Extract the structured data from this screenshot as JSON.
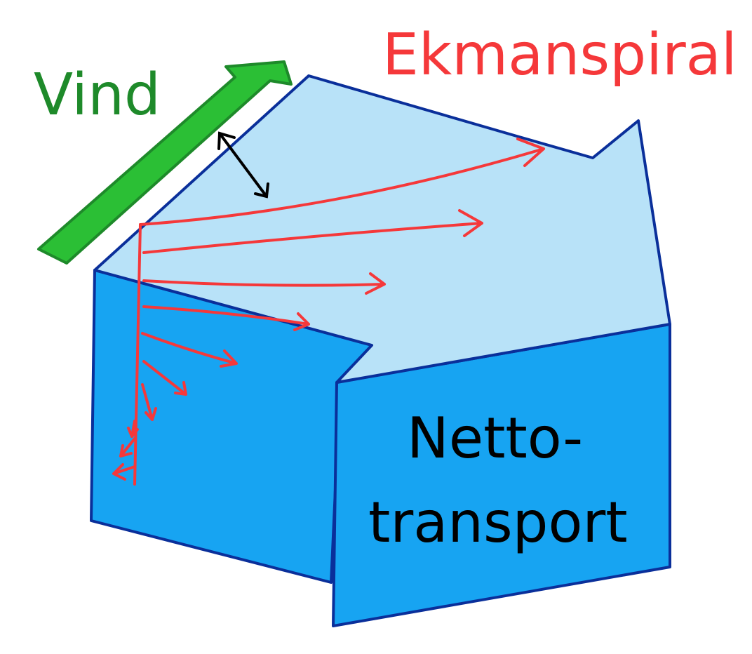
{
  "labels": {
    "wind": "Vind",
    "title": "Ekmanspiral",
    "net_line1": "Netto-",
    "net_line2": "transport"
  },
  "colors": {
    "wind": "#2bbf35",
    "wind_text": "#1e8a2a",
    "spiral": "#f5383a",
    "surface": "#b8e2f8",
    "water": "#17a4f2",
    "outline": "#0a2f9a"
  }
}
